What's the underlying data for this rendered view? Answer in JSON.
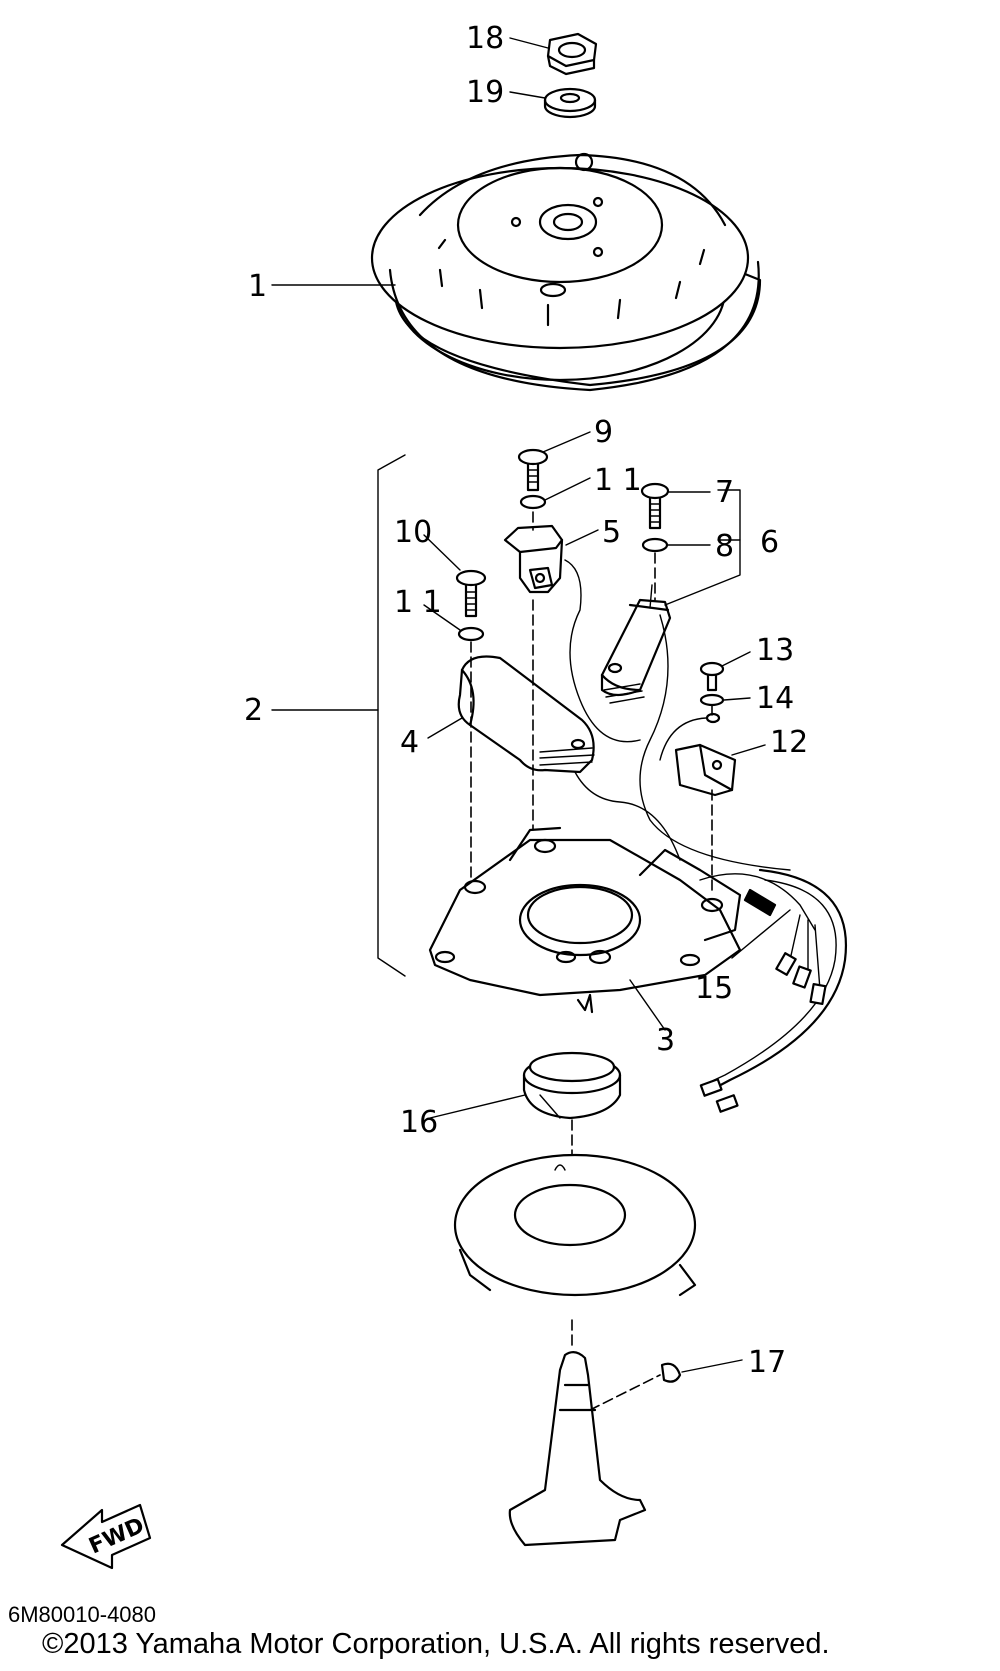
{
  "diagram": {
    "callouts": [
      {
        "id": "18",
        "label": "18"
      },
      {
        "id": "19",
        "label": "19"
      },
      {
        "id": "1",
        "label": "1"
      },
      {
        "id": "9",
        "label": "9"
      },
      {
        "id": "11a",
        "label": "1 1"
      },
      {
        "id": "7",
        "label": "7"
      },
      {
        "id": "5",
        "label": "5"
      },
      {
        "id": "8",
        "label": "8"
      },
      {
        "id": "6",
        "label": "6"
      },
      {
        "id": "10",
        "label": "10"
      },
      {
        "id": "11b",
        "label": "1 1"
      },
      {
        "id": "13",
        "label": "13"
      },
      {
        "id": "14",
        "label": "14"
      },
      {
        "id": "2",
        "label": "2"
      },
      {
        "id": "4",
        "label": "4"
      },
      {
        "id": "12",
        "label": "12"
      },
      {
        "id": "15",
        "label": "15"
      },
      {
        "id": "3",
        "label": "3"
      },
      {
        "id": "16",
        "label": "16"
      },
      {
        "id": "17",
        "label": "17"
      }
    ],
    "fwd_label": "FWD",
    "part_code": "6M80010-4080",
    "copyright": "©2013 Yamaha Motor Corporation, U.S.A. All rights reserved."
  }
}
